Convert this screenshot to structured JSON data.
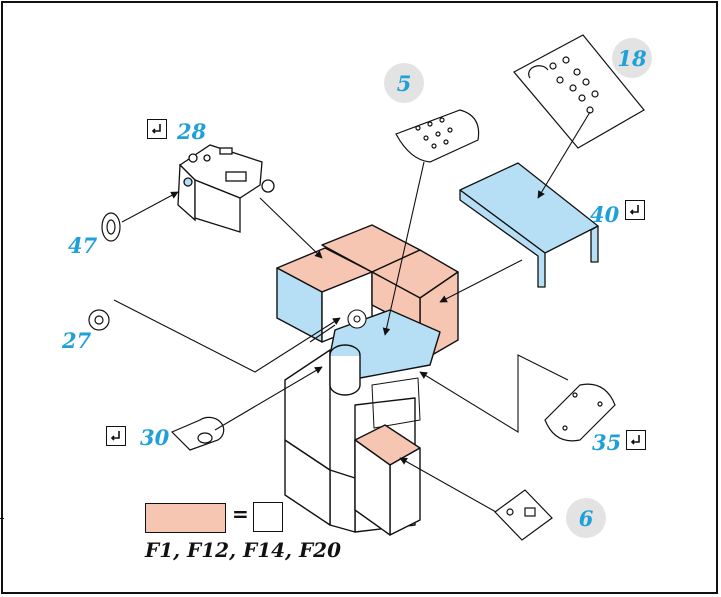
{
  "diagram": {
    "callouts": {
      "p5": "5",
      "p18": "18",
      "p28": "28",
      "p47": "47",
      "p40": "40",
      "p27": "27",
      "p30": "30",
      "p35": "35",
      "p6": "6"
    },
    "legend": {
      "equals": "=",
      "parts": "F1, F12, F14, F20",
      "swatch_color": "#f6c6b3"
    },
    "colors": {
      "part_blue": "#b6dff5",
      "part_pink": "#f6c6b3",
      "callout_text": "#1fa0d8",
      "badge_bg": "#e3e3e3"
    },
    "icons": [
      "flip-over-icon",
      "paint-tool-icon"
    ]
  }
}
